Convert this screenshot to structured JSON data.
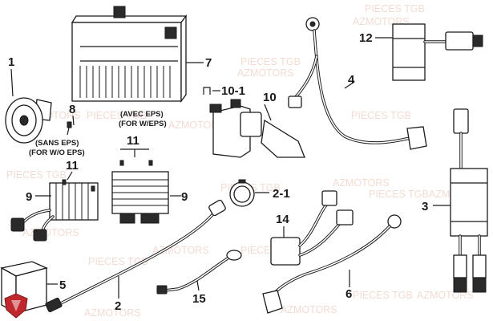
{
  "watermark": {
    "line1": "PIECES TGB",
    "line2": "AZMOTORS"
  },
  "callouts": {
    "p1": "1",
    "p2": "2",
    "p2_1": "2-1",
    "p3": "3",
    "p4": "4",
    "p5": "5",
    "p6": "6",
    "p7": "7",
    "p8": "8",
    "p9_left": "9",
    "p9_right": "9",
    "p10": "10",
    "p10_1": "10-1",
    "p11_left": "11",
    "p11_right": "11",
    "p12": "12",
    "p14": "14",
    "p15": "15"
  },
  "notes": {
    "avec_eps": "(AVEC EPS)",
    "for_w_eps": "(FOR W/EPS)",
    "sans_eps": "(SANS EPS)",
    "for_wo_eps": "(FOR W/O EPS)"
  },
  "colors": {
    "line": "#1a1a1a",
    "watermark": "#e8c4b4",
    "logo": "#c0282d"
  }
}
